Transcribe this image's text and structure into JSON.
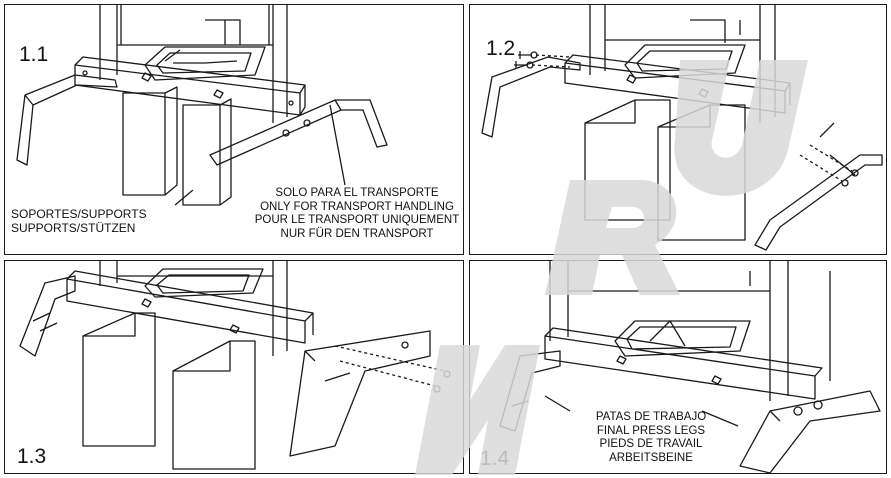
{
  "panels": [
    {
      "step": "1.1",
      "captions": {
        "supports": [
          "SOPORTES/SUPPORTS",
          "SUPPORTS/STÜTZEN"
        ],
        "transport": [
          "SOLO PARA EL TRANSPORTE",
          "ONLY FOR TRANSPORT HANDLING",
          "POUR LE TRANSPORT UNIQUEMENT",
          "NUR FÜR DEN TRANSPORT"
        ]
      }
    },
    {
      "step": "1.2"
    },
    {
      "step": "1.3"
    },
    {
      "step": "1.4",
      "captions": {
        "legs": [
          "PATAS DE TRABAJO",
          "FINAL PRESS LEGS",
          "PIEDS DE TRAVAIL",
          "ARBEITSBEINE"
        ]
      }
    }
  ],
  "watermark": {
    "text": "NRU",
    "color": "#d9d9d9"
  }
}
